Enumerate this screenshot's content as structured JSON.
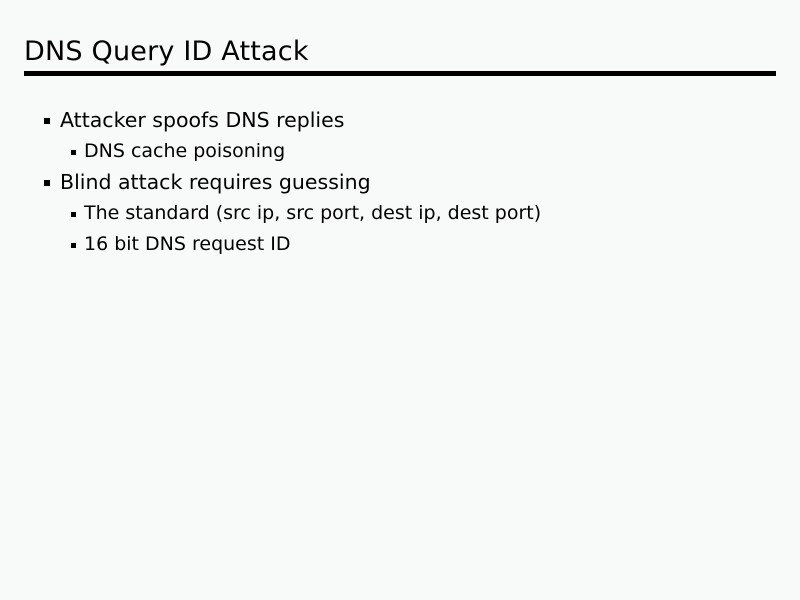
{
  "slide": {
    "title": "DNS Query ID Attack",
    "colors": {
      "background": "#f7faf8",
      "text": "#000000",
      "rule": "#000000"
    },
    "bullets": [
      {
        "level": 1,
        "text": "Attacker spoofs DNS replies"
      },
      {
        "level": 2,
        "text": "DNS cache poisoning"
      },
      {
        "level": 1,
        "text": "Blind attack requires guessing"
      },
      {
        "level": 2,
        "text": "The standard (src ip, src port, dest ip, dest port)"
      },
      {
        "level": 2,
        "text": "16 bit DNS request ID"
      }
    ]
  }
}
